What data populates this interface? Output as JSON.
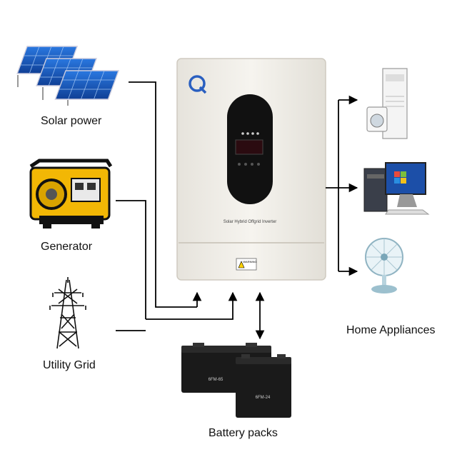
{
  "sources": {
    "solar": {
      "label": "Solar power",
      "icon": "solar-panel-icon"
    },
    "generator": {
      "label": "Generator",
      "icon": "generator-icon"
    },
    "grid": {
      "label": "Utility Grid",
      "icon": "transmission-tower-icon"
    }
  },
  "inverter": {
    "name_text": "Solar Hybrid Offgrid Inverter",
    "warning_label": "WARNING",
    "icon": "inverter-icon"
  },
  "batteries": {
    "label": "Battery packs",
    "model_1": "6FM-65",
    "model_2": "6FM-24",
    "icon": "battery-icon"
  },
  "appliances": {
    "label": "Home Appliances",
    "items": [
      {
        "name": "air-conditioner-and-washer",
        "icon": "air-conditioner-icon"
      },
      {
        "name": "desktop-computer",
        "icon": "computer-icon"
      },
      {
        "name": "electric-fan",
        "icon": "fan-icon"
      }
    ]
  },
  "colors": {
    "panel_blue": "#1c5fc4",
    "inverter_body": "#f1efe9",
    "display_black": "#111111",
    "generator_yellow": "#f2b705",
    "battery_black": "#1a1a1a",
    "line": "#000000"
  }
}
